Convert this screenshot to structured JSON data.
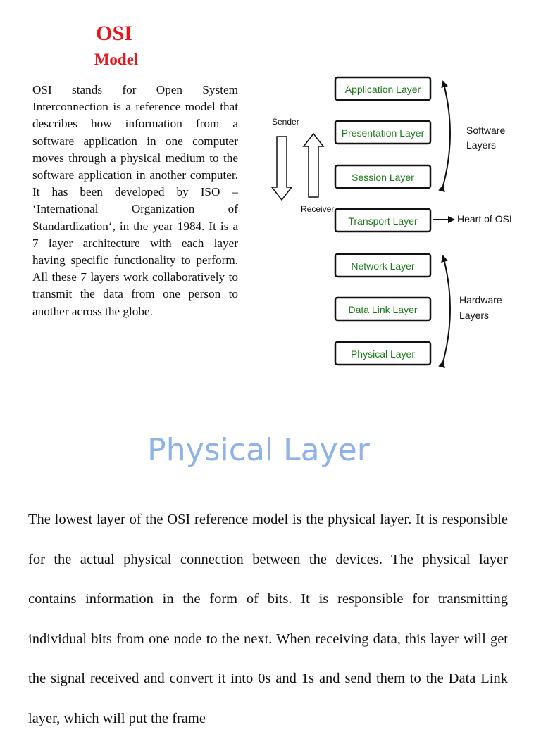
{
  "header": {
    "title": "OSI",
    "subtitle": "Model"
  },
  "intro": {
    "text": "OSI stands for Open System Interconnection is a reference model that describes how information from a software application in one computer moves through a physical medium to the software application in another computer. It has been developed by ISO – ‘International Organization of Standardization‘, in the year 1984. It is a 7 layer architecture with each layer having specific functionality to perform. All these 7 layers work collaboratively to transmit the data from one person to another across the globe."
  },
  "diagram": {
    "layers": [
      "Application Layer",
      "Presentation Layer",
      "Session Layer",
      "Transport Layer",
      "Network Layer",
      "Data Link Layer",
      "Physical Layer"
    ],
    "sender_label": "Sender",
    "receiver_label": "Receiver",
    "software_label": [
      "Software",
      "Layers"
    ],
    "hardware_label": [
      "Hardware",
      "Layers"
    ],
    "heart_label": "Heart of OSI",
    "layer_text_color": "#1a7a1a",
    "layer_border_color": "#111111"
  },
  "section": {
    "heading": "Physical Layer",
    "heading_color": "#8db3e8",
    "body": "The lowest layer of the OSI reference model is the physical layer. It is responsible for the actual physical connection between the devices. The physical layer contains information in the form of bits. It is responsible for transmitting individual bits from one node to the next. When receiving data, this layer will get the signal received and convert it into 0s and 1s and send them to the Data Link layer, which will put the frame"
  }
}
